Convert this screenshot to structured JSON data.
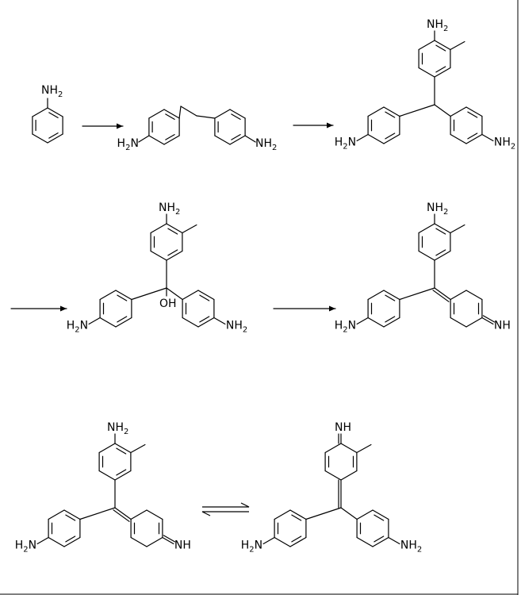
{
  "labels": {
    "nh2": "NH",
    "nh2_sub": "2",
    "h2n_h": "H",
    "h2n_sub": "2",
    "h2n_n": "N",
    "nh": "NH",
    "oh": "OH"
  },
  "arrows": [
    "reaction-arrow",
    "reaction-arrow",
    "reaction-arrow",
    "reaction-arrow",
    "equilibrium-arrow"
  ],
  "colors": {
    "line": "#000000",
    "background": "#ffffff"
  }
}
